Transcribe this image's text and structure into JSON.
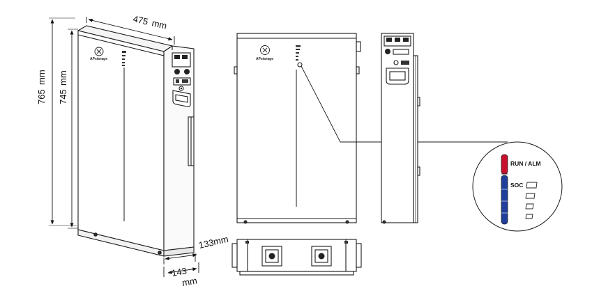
{
  "dimensions": {
    "width": "475",
    "width_unit": "mm",
    "height_outer": "765",
    "height_outer_unit": "mm",
    "height_inner": "745",
    "height_inner_unit": "mm",
    "depth": "133",
    "depth_unit": "mm",
    "depth_base": "143",
    "depth_base_unit": "mm"
  },
  "branding": {
    "logo_text_iso": "APstorage",
    "logo_text_front": "APstorage"
  },
  "indicator_detail": {
    "run_alm_label": "RUN / ALM",
    "soc_label": "SOC"
  },
  "colors": {
    "line": "#1a1a1a",
    "run_alm_red": "#c8102e",
    "soc_blue": "#1f3f9a"
  }
}
